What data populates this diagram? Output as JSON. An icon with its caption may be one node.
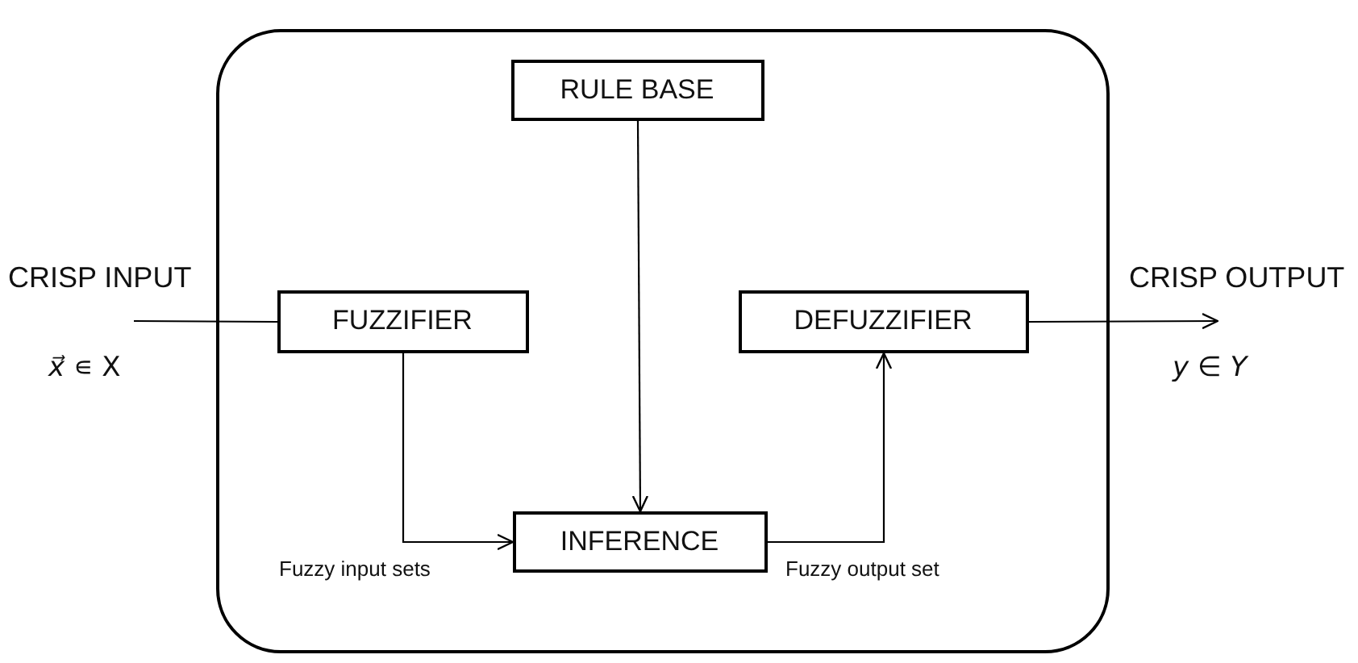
{
  "diagram": {
    "nodes": [
      {
        "text": [],
        "shape": "box"
      },
      {
        "text": [
          "RULE BASE"
        ],
        "in": 0
      },
      {
        "text": [
          "FUZZIFIER"
        ],
        "in": 0
      },
      {
        "text": [
          "DEFUZZIFIER"
        ],
        "in": 0
      },
      {
        "text": [
          "INFERENCE"
        ],
        "in": 0
      }
    ],
    "edges": [
      {
        "from": null,
        "to": 2,
        "arrow": "none"
      },
      {
        "from": 3,
        "to": null,
        "arrow": "to"
      },
      {
        "from": 1,
        "to": 4,
        "arrow": "to"
      },
      {
        "from": 2,
        "to": 4,
        "arrow": "to",
        "label": "Fuzzy input sets"
      },
      {
        "from": 4,
        "to": 3,
        "arrow": "to",
        "label": "Fuzzy output set"
      }
    ],
    "labels": [
      "CRISP INPUT",
      "*x⃗* ∊ X",
      "CRISP OUTPUT",
      "*y* ∈ *Y*"
    ]
  }
}
